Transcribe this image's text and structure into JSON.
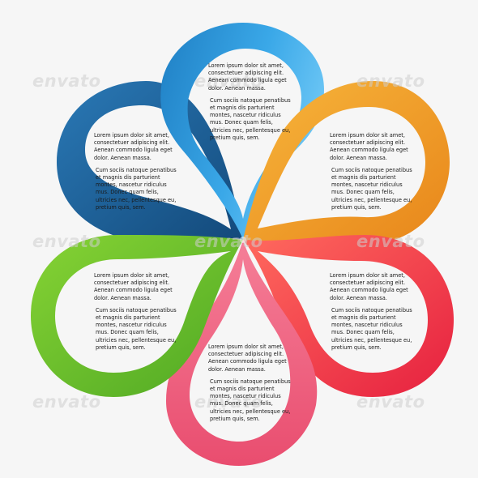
{
  "watermark": "envato",
  "colors": {
    "background": "#f6f6f6",
    "blue_light": "#3aa8e8",
    "blue_dark": "#1d5f95",
    "orange": "#f29a22",
    "red": "#f0334e",
    "pink": "#f0607c",
    "green": "#6cc12c"
  },
  "petals": [
    {
      "id": "top",
      "color": "blue-light",
      "p1": "Lorem ipsum dolor sit amet,\nconsectetuer adipiscing elit.\nAenean commodo ligula eget\ndolor. Aenean massa.",
      "p2": "Cum sociis natoque penatibus\net magnis dis parturient\nmontes, nascetur ridiculus\nmus. Donec quam felis,\nultricies nec, pellentesque eu,\npretium quis, sem."
    },
    {
      "id": "upper-right",
      "color": "orange",
      "p1": "Lorem ipsum dolor sit amet,\nconsectetuer adipiscing elit.\nAenean commodo ligula eget\ndolor. Aenean massa.",
      "p2": "Cum sociis natoque penatibus\net magnis dis parturient\nmontes, nascetur ridiculus\nmus. Donec quam felis,\nultricies nec, pellentesque eu,\npretium quis, sem."
    },
    {
      "id": "lower-right",
      "color": "red",
      "p1": "Lorem ipsum dolor sit amet,\nconsectetuer adipiscing elit.\nAenean commodo ligula eget\ndolor. Aenean massa.",
      "p2": "Cum sociis natoque penatibus\net magnis dis parturient\nmontes, nascetur ridiculus\nmus. Donec quam felis,\nultricies nec, pellentesque eu,\npretium quis, sem."
    },
    {
      "id": "bottom",
      "color": "pink",
      "p1": "Lorem ipsum dolor sit amet,\nconsectetuer adipiscing elit.\nAenean commodo ligula eget\ndolor. Aenean massa.",
      "p2": "Cum sociis natoque penatibus\net magnis dis parturient\nmontes, nascetur ridiculus\nmus. Donec quam felis,\nultricies nec, pellentesque eu,\npretium quis, sem."
    },
    {
      "id": "lower-left",
      "color": "green",
      "p1": "Lorem ipsum dolor sit amet,\nconsectetuer adipiscing elit.\nAenean commodo ligula eget\ndolor. Aenean massa.",
      "p2": "Cum sociis natoque penatibus\net magnis dis parturient\nmontes, nascetur ridiculus\nmus. Donec quam felis,\nultricies nec, pellentesque eu,\npretium quis, sem."
    },
    {
      "id": "upper-left",
      "color": "blue-dark",
      "p1": "Lorem ipsum dolor sit amet,\nconsectetuer adipiscing elit.\nAenean commodo ligula eget\ndolor. Aenean massa.",
      "p2": "Cum sociis natoque penatibus\net magnis dis parturient\nmontes, nascetur ridiculus\nmus. Donec quam felis,\nultricies nec, pellentesque eu,\npretium quis, sem."
    }
  ]
}
